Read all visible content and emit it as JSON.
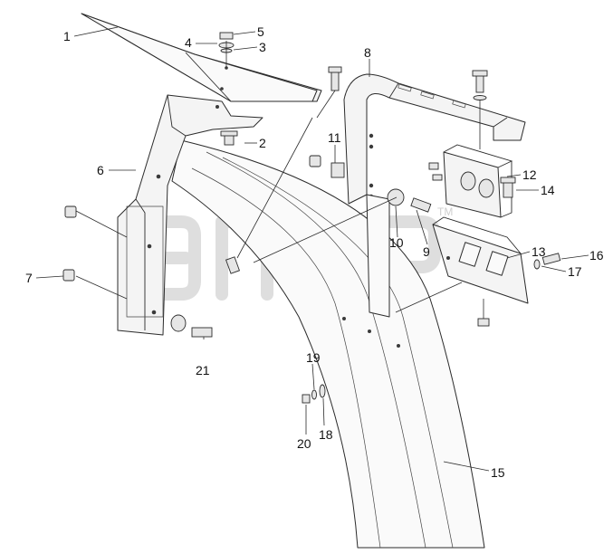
{
  "diagram": {
    "callouts": [
      "1",
      "2",
      "3",
      "4",
      "5",
      "6",
      "7",
      "8",
      "9",
      "10",
      "11",
      "12",
      "13",
      "14",
      "15",
      "16",
      "17",
      "18",
      "19",
      "20",
      "21"
    ],
    "watermark": {
      "trademark": "TM"
    }
  }
}
